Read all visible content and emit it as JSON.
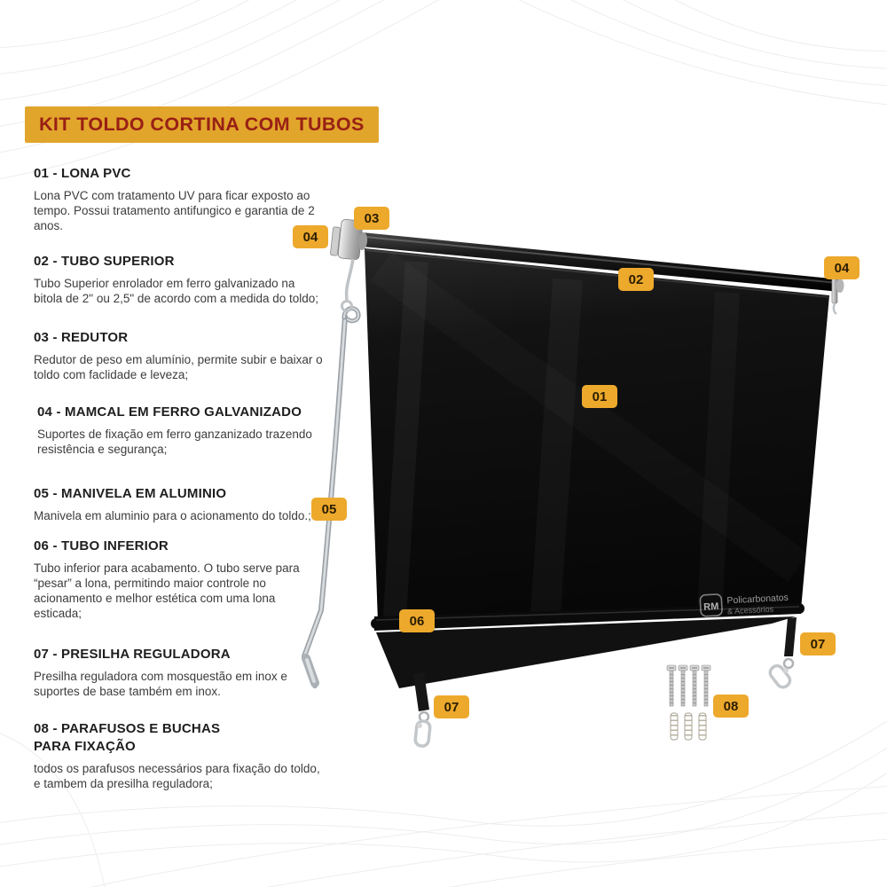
{
  "title": {
    "text": "KIT TOLDO CORTINA COM TUBOS"
  },
  "parts": [
    {
      "heading": "01 - LONA PVC",
      "body": "Lona PVC com tratamento UV para ficar exposto ao tempo. Possui tratamento antifungico e garantia de 2 anos."
    },
    {
      "heading": "02 - TUBO SUPERIOR",
      "body": "Tubo Superior enrolador em ferro galvanizado na bitola de 2\" ou 2,5\" de acordo com a medida do toldo;"
    },
    {
      "heading": "03 - REDUTOR",
      "body": "Redutor de peso em alumínio, permite subir e baixar o toldo com faclidade e leveza;"
    },
    {
      "heading": "04 - MAMCAL  EM FERRO GALVANIZADO",
      "body": "Suportes de fixação em ferro ganzanizado trazendo resistência e segurança;"
    },
    {
      "heading": "05 - MANIVELA EM ALUMINIO",
      "body": "Manivela em aluminio para o acionamento do toldo.;"
    },
    {
      "heading": "06 - TUBO INFERIOR",
      "body": "Tubo inferior para acabamento. O tubo serve para “pesar” a lona, permitindo maior controle no acionamento e melhor estética com uma lona esticada;"
    },
    {
      "heading": "07 - PRESILHA REGULADORA",
      "body": "Presilha reguladora com mosquestão em inox e suportes de base também em inox."
    },
    {
      "heading": "08 - PARAFUSOS E BUCHAS PARA FIXAÇÃO",
      "body": "todos os parafusos necessários para fixação do toldo, e tambem da presilha reguladora;"
    }
  ],
  "callouts": [
    {
      "label": "03"
    },
    {
      "label": "04"
    },
    {
      "label": "02"
    },
    {
      "label": "04"
    },
    {
      "label": "01"
    },
    {
      "label": "05"
    },
    {
      "label": "06"
    },
    {
      "label": "07"
    },
    {
      "label": "07"
    },
    {
      "label": "08"
    }
  ],
  "watermark": {
    "abbr": "RM",
    "line1": "Policarbonatos",
    "line2": "& Acessórios"
  },
  "colors": {
    "title_bg": "#E2A52B",
    "title_text": "#982015",
    "badge_bg": "#EDA92C",
    "badge_text": "#2B1D00",
    "tarp": "#0D0D0D",
    "metal": "#C6C6C6"
  }
}
